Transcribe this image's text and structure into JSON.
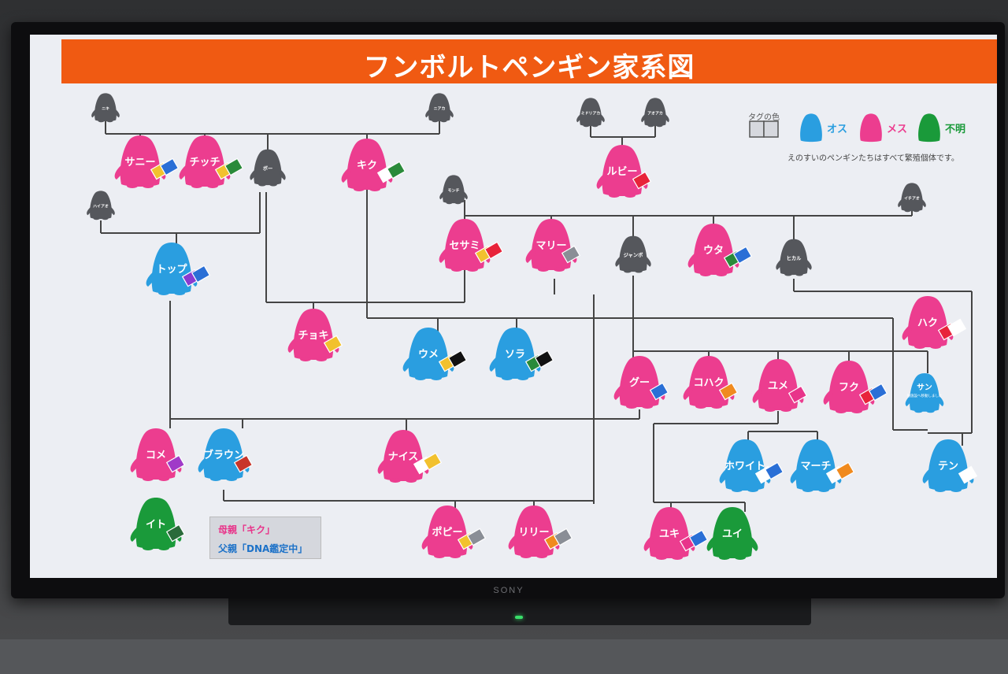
{
  "title": "フンボルトペンギン家系図",
  "legend": {
    "tag_label": "タグの色",
    "male": "オス",
    "female": "メス",
    "unknown": "不明",
    "colors": {
      "male": "#2a9ee0",
      "female": "#ec3d8f",
      "unknown": "#1a9a3a"
    },
    "note": "えのすいのペンギンたちはすべて繁殖個体です。"
  },
  "tv_brand": "SONY",
  "info": {
    "mother": "母親「キク」",
    "father": "父親「DNA鑑定中」"
  },
  "penguins": [
    {
      "name": "ニキ",
      "sex": "ancestor",
      "tags": []
    },
    {
      "name": "ニアカ",
      "sex": "ancestor",
      "tags": []
    },
    {
      "name": "ミドリアカ",
      "sex": "ancestor",
      "tags": []
    },
    {
      "name": "アオアカ",
      "sex": "ancestor",
      "tags": []
    },
    {
      "name": "サニー",
      "sex": "female",
      "tags": [
        "#f2c12e",
        "#2a6fd6"
      ]
    },
    {
      "name": "チッチ",
      "sex": "female",
      "tags": [
        "#f2c12e",
        "#2a8a3a"
      ]
    },
    {
      "name": "ボー",
      "sex": "ancestor",
      "tags": []
    },
    {
      "name": "キク",
      "sex": "female",
      "tags": [
        "#ffffff",
        "#2a8a3a"
      ]
    },
    {
      "name": "ルビー",
      "sex": "female",
      "tags": [
        "#e8233a"
      ]
    },
    {
      "name": "ハイアオ",
      "sex": "ancestor",
      "tags": []
    },
    {
      "name": "モンチ",
      "sex": "ancestor",
      "tags": []
    },
    {
      "name": "イチアオ",
      "sex": "ancestor",
      "tags": []
    },
    {
      "name": "セサミ",
      "sex": "female",
      "tags": [
        "#f2c12e",
        "#e8233a"
      ]
    },
    {
      "name": "マリー",
      "sex": "female",
      "tags": [
        "#8a8e96"
      ]
    },
    {
      "name": "ジャンボ",
      "sex": "ancestor",
      "tags": []
    },
    {
      "name": "ウタ",
      "sex": "female",
      "tags": [
        "#2a8a3a",
        "#2a6fd6"
      ]
    },
    {
      "name": "ヒカル",
      "sex": "ancestor",
      "tags": []
    },
    {
      "name": "トップ",
      "sex": "male",
      "tags": [
        "#8a3ad0",
        "#2a6fd6"
      ]
    },
    {
      "name": "チョキ",
      "sex": "female",
      "tags": [
        "#f2c12e"
      ]
    },
    {
      "name": "ウメ",
      "sex": "male",
      "tags": [
        "#f2c12e",
        "#111111"
      ]
    },
    {
      "name": "ソラ",
      "sex": "male",
      "tags": [
        "#2a8a3a",
        "#111111"
      ]
    },
    {
      "name": "ハク",
      "sex": "female",
      "tags": [
        "#e8233a",
        "#ffffff"
      ]
    },
    {
      "name": "グー",
      "sex": "female",
      "tags": [
        "#2a6fd6"
      ]
    },
    {
      "name": "コハク",
      "sex": "female",
      "tags": [
        "#f08a1e"
      ]
    },
    {
      "name": "ユメ",
      "sex": "female",
      "tags": [
        "#e8348a"
      ]
    },
    {
      "name": "フク",
      "sex": "female",
      "tags": [
        "#e8233a",
        "#2a6fd6"
      ]
    },
    {
      "name": "サン",
      "sex": "male",
      "tags": [],
      "sub": "他施設へ移動しました"
    },
    {
      "name": "コメ",
      "sex": "female",
      "tags": [
        "#a03ac8"
      ]
    },
    {
      "name": "ブラウン",
      "sex": "male",
      "tags": [
        "#c8342a"
      ]
    },
    {
      "name": "ナイス",
      "sex": "female",
      "tags": [
        "#ffffff",
        "#f2c12e"
      ]
    },
    {
      "name": "ホワイト",
      "sex": "male",
      "tags": [
        "#ffffff",
        "#2a6fd6"
      ]
    },
    {
      "name": "マーチ",
      "sex": "male",
      "tags": [
        "#ffffff",
        "#f08a1e"
      ]
    },
    {
      "name": "テン",
      "sex": "male",
      "tags": [
        "#ffffff"
      ]
    },
    {
      "name": "イト",
      "sex": "unknown",
      "tags": [
        "#2a6a3a"
      ]
    },
    {
      "name": "ポピー",
      "sex": "female",
      "tags": [
        "#f2c12e",
        "#8a8e96"
      ]
    },
    {
      "name": "リリー",
      "sex": "female",
      "tags": [
        "#f08a1e",
        "#8a8e96"
      ]
    },
    {
      "name": "ユキ",
      "sex": "female",
      "tags": [
        "#e8348a",
        "#2a6fd6"
      ]
    },
    {
      "name": "ユイ",
      "sex": "unknown",
      "tags": []
    }
  ]
}
